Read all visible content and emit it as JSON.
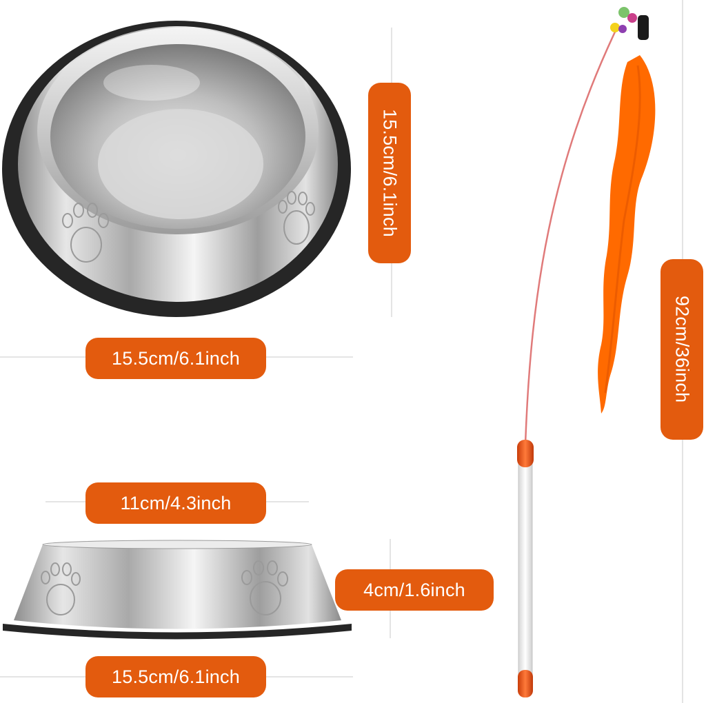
{
  "labels": {
    "bowl_top_height": "15.5cm/6.1inch",
    "bowl_top_width": "15.5cm/6.1inch",
    "bowl_side_inner": "11cm/4.3inch",
    "bowl_side_height": "4cm/1.6inch",
    "bowl_side_width": "15.5cm/6.1inch",
    "wand_length": "92cm/36inch"
  },
  "colors": {
    "label_background": "#e35b0e",
    "label_text": "#ffffff",
    "feather": "#ff6a00",
    "bowl_steel": "#c9c9c9",
    "bowl_rim": "#2a2a2a"
  }
}
